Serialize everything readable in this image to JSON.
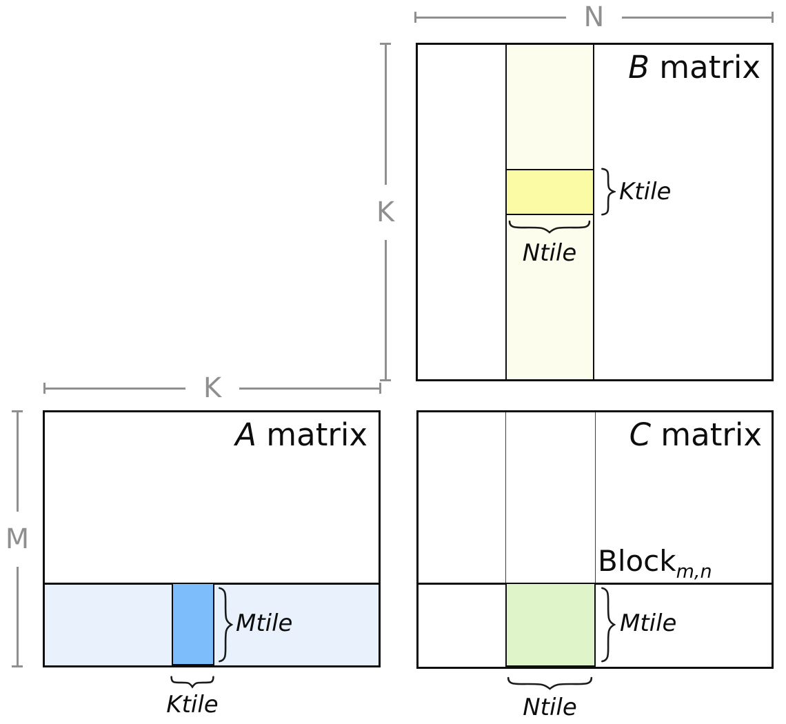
{
  "b_matrix": {
    "title_letter": "B",
    "title_word": "matrix",
    "ktile_label": "Ktile",
    "ntile_label": "Ntile"
  },
  "a_matrix": {
    "title_letter": "A",
    "title_word": "matrix",
    "mtile_label": "Mtile",
    "ktile_label": "Ktile"
  },
  "c_matrix": {
    "title_letter": "C",
    "title_word": "matrix",
    "block_label": "Block",
    "block_subscript": "m,n",
    "mtile_label": "Mtile",
    "ntile_label": "Ntile"
  },
  "dimensions": {
    "b_width": "N",
    "b_height": "K",
    "a_width": "K",
    "a_height": "M"
  },
  "colors": {
    "b_strip": "#fdfdee",
    "b_tile": "#fbfba6",
    "a_strip": "#e8f1fc",
    "a_tile": "#7dbdfb",
    "c_tile": "#dff4c9",
    "dim_gray": "#8f8f8f",
    "line_black": "#0d0d0d"
  }
}
